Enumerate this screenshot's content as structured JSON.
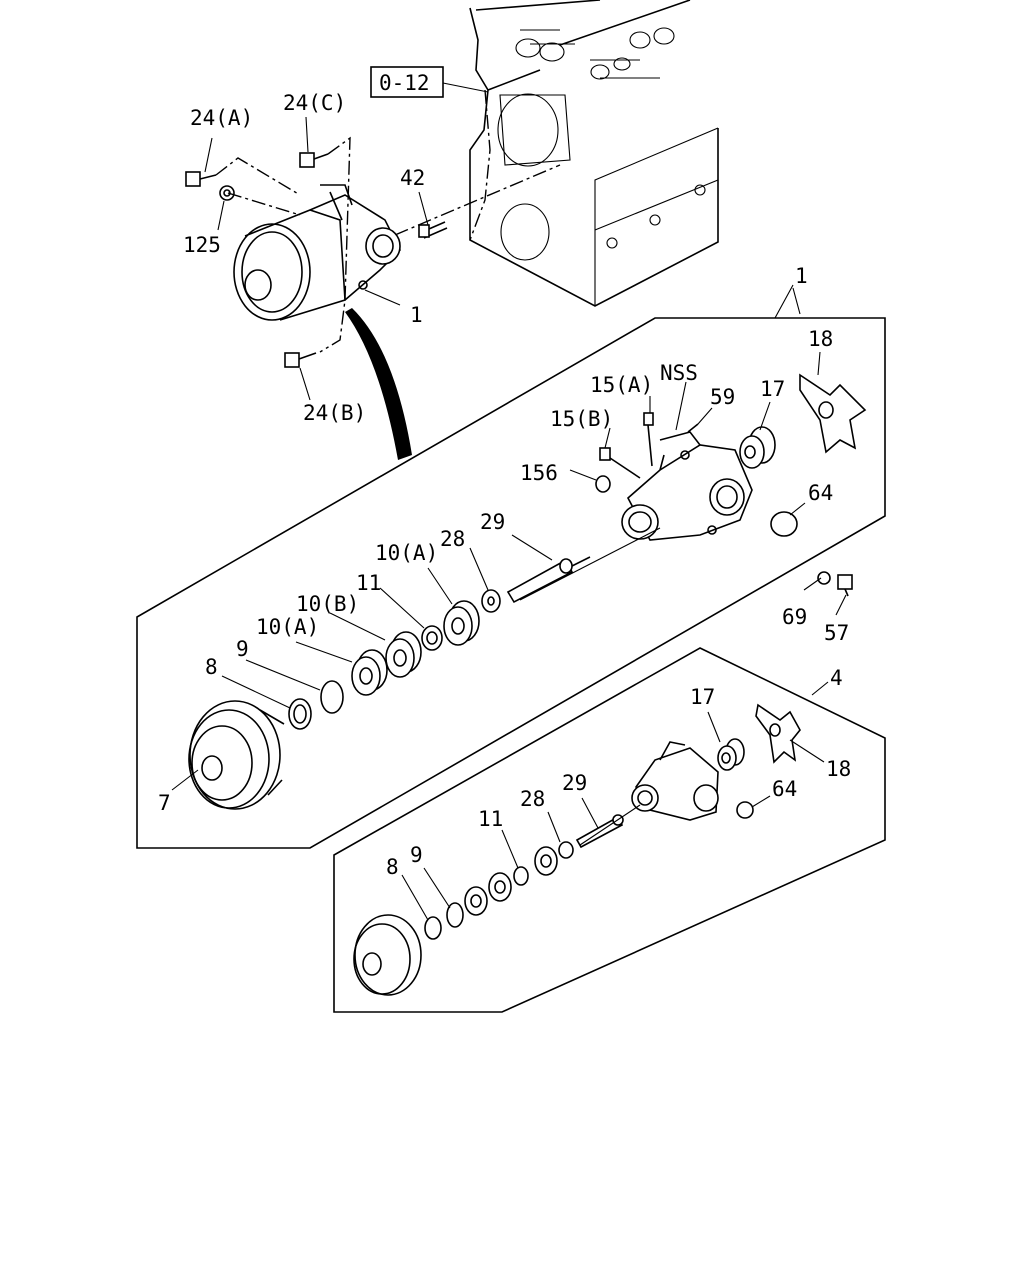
{
  "reference_box": "0-12",
  "callouts": {
    "assembly_1": "1",
    "assembly_1_main": "1",
    "bolt_24a": "24(A)",
    "bolt_24c": "24(C)",
    "bolt_24b": "24(B)",
    "nut_125": "125",
    "stud_42": "42",
    "p18_upper": "18",
    "p17_upper": "17",
    "nss": "NSS",
    "p15a": "15(A)",
    "p59": "59",
    "p15b": "15(B)",
    "p156": "156",
    "p64_upper": "64",
    "p29_upper": "29",
    "p28_upper": "28",
    "p10a_upper": "10(A)",
    "p11_upper": "11",
    "p10b": "10(B)",
    "p10a_lower": "10(A)",
    "p9_upper": "9",
    "p8_upper": "8",
    "p7": "7",
    "p69": "69",
    "p57": "57",
    "assembly_4": "4",
    "p17_lower": "17",
    "p18_lower": "18",
    "p64_lower": "64",
    "p29_lower": "29",
    "p28_lower": "28",
    "p11_lower": "11",
    "p9_lower": "9",
    "p8_lower": "8"
  }
}
